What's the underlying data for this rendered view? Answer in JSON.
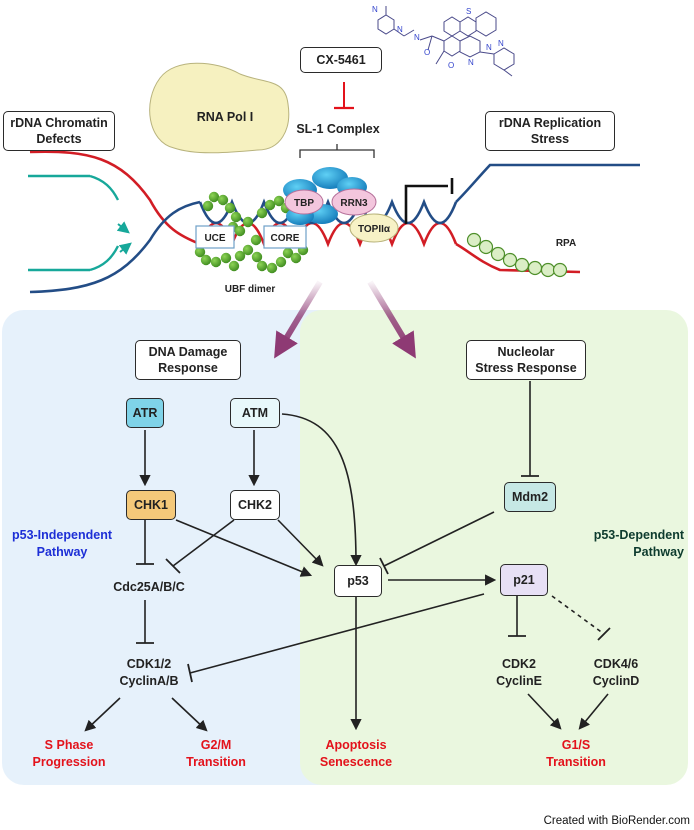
{
  "top": {
    "drug": "CX-5461",
    "sl1": "SL-1 Complex",
    "rna_pol": "RNA Pol I",
    "chromatin_defects": [
      "rDNA Chromatin",
      "Defects"
    ],
    "replication_stress": [
      "rDNA Replication",
      "Stress"
    ],
    "tbp": "TBP",
    "rrn3": "RRN3",
    "topii": "TOPIIα",
    "uce": "UCE",
    "core": "CORE",
    "ubf": "UBF dimer",
    "rpa": "RPA"
  },
  "left_panel": {
    "ddr": [
      "DNA Damage",
      "Response"
    ],
    "atr": "ATR",
    "atm": "ATM",
    "chk1": "CHK1",
    "chk2": "CHK2",
    "pathway": [
      "p53-Independent",
      "Pathway"
    ],
    "cdc25": "Cdc25A/B/C",
    "cdk12": [
      "CDK1/2",
      "CyclinA/B"
    ],
    "sphase": [
      "S Phase",
      "Progression"
    ],
    "g2m": [
      "G2/M",
      "Transition"
    ]
  },
  "right_panel": {
    "nsr": [
      "Nucleolar",
      "Stress Response"
    ],
    "mdm2": "Mdm2",
    "pathway": [
      "p53-Dependent",
      "Pathway"
    ],
    "p53": "p53",
    "p21": "p21",
    "cdk2": [
      "CDK2",
      "CyclinE"
    ],
    "cdk46": [
      "CDK4/6",
      "CyclinD"
    ],
    "apoptosis": [
      "Apoptosis",
      "Senescence"
    ],
    "g1s": [
      "G1/S",
      "Transition"
    ]
  },
  "credit": "Created with BioRender.com",
  "colors": {
    "left_panel_bg": "#e6f1fb",
    "right_panel_bg": "#eaf7df",
    "atr_fill": "#7fd3e8",
    "atm_fill": "#e8f8fb",
    "chk1_fill": "#f5c97a",
    "mdm2_fill": "#c6e8e5",
    "p21_fill": "#e7e0f5",
    "purple_arrow": "#8e3a74",
    "blue_pathway": "#1d2fd6",
    "green_pathway": "#0d3b2e",
    "red_text": "#e3121b"
  }
}
